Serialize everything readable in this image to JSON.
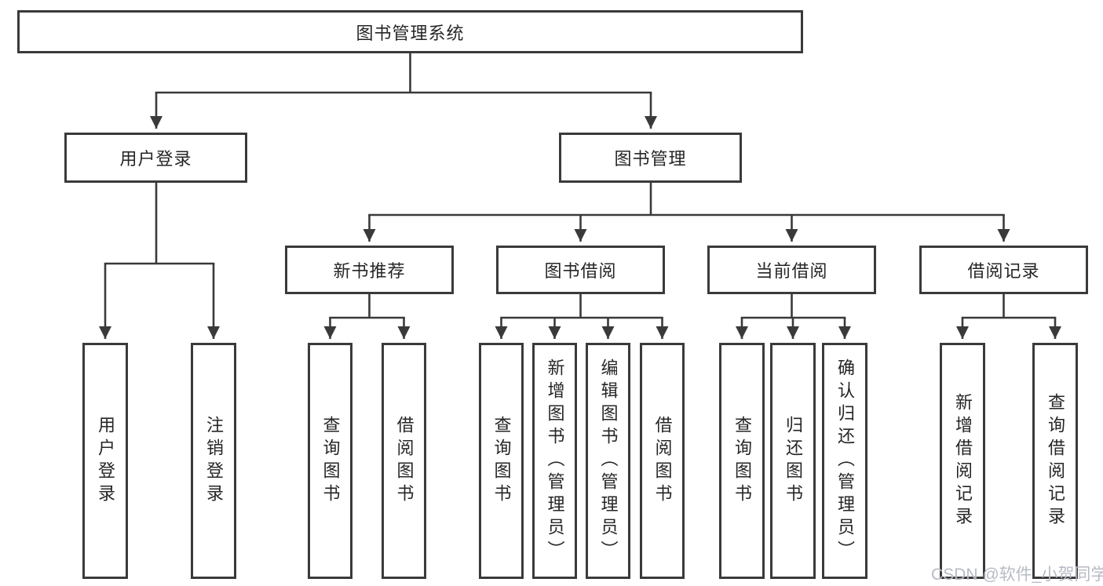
{
  "title": "图书管理系统",
  "user_branch": {
    "label": "用户登录",
    "children": [
      {
        "label": "用户登录"
      },
      {
        "label": "注销登录"
      }
    ]
  },
  "mgmt_branch": {
    "label": "图书管理",
    "groups": [
      {
        "label": "新书推荐",
        "children": [
          {
            "label": "查询图书"
          },
          {
            "label": "借阅图书"
          }
        ]
      },
      {
        "label": "图书借阅",
        "children": [
          {
            "label": "查询图书"
          },
          {
            "label": "新增图书（管理员）"
          },
          {
            "label": "编辑图书（管理员）"
          },
          {
            "label": "借阅图书"
          }
        ]
      },
      {
        "label": "当前借阅",
        "children": [
          {
            "label": "查询图书"
          },
          {
            "label": "归还图书"
          },
          {
            "label": "确认归还（管理员）"
          }
        ]
      },
      {
        "label": "借阅记录",
        "children": [
          {
            "label": "新增借阅记录"
          },
          {
            "label": "查询借阅记录"
          }
        ]
      }
    ]
  },
  "watermark": "CSDN @软件_小贺同学",
  "colors": {
    "line": "#3a3a3a",
    "text": "#262626",
    "watermark": "#b7bbc5",
    "background": "#ffffff"
  }
}
